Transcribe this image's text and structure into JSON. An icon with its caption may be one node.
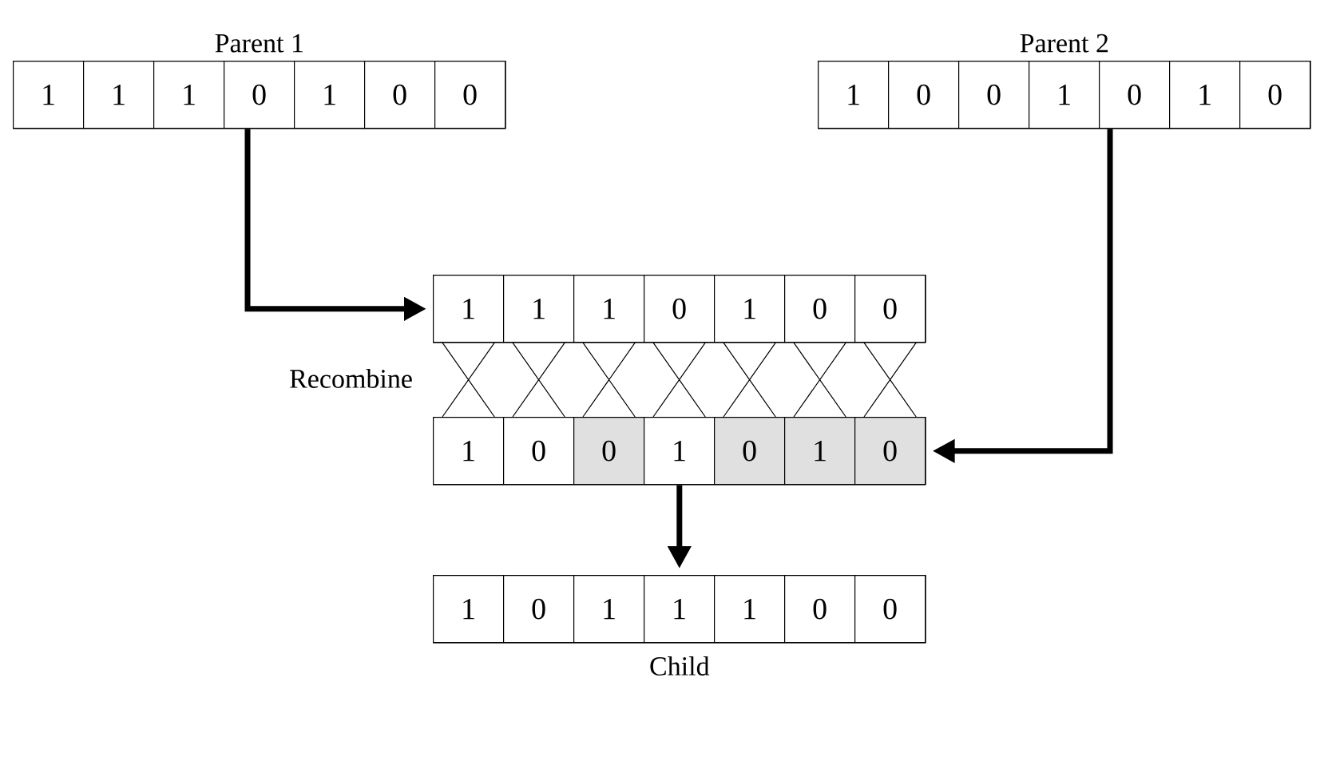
{
  "diagram": {
    "nodes": [
      {
        "text": [
          "Parent 1"
        ]
      },
      {
        "text": [
          "1"
        ],
        "in": 0
      },
      {
        "text": [
          "1"
        ],
        "in": 0
      },
      {
        "text": [
          "1"
        ],
        "in": 0
      },
      {
        "text": [
          "0"
        ],
        "in": 0
      },
      {
        "text": [
          "1"
        ],
        "in": 0
      },
      {
        "text": [
          "0"
        ],
        "in": 0
      },
      {
        "text": [
          "0"
        ],
        "in": 0
      },
      {
        "text": [
          "Parent 2"
        ]
      },
      {
        "text": [
          "1"
        ],
        "in": 8
      },
      {
        "text": [
          "0"
        ],
        "in": 8
      },
      {
        "text": [
          "0"
        ],
        "in": 8
      },
      {
        "text": [
          "1"
        ],
        "in": 8
      },
      {
        "text": [
          "0"
        ],
        "in": 8
      },
      {
        "text": [
          "1"
        ],
        "in": 8
      },
      {
        "text": [
          "0"
        ],
        "in": 8
      },
      {
        "text": [],
        "shape": "box"
      },
      {
        "text": [
          "1"
        ],
        "in": 16
      },
      {
        "text": [
          "1"
        ],
        "in": 16
      },
      {
        "text": [
          "1"
        ],
        "in": 16
      },
      {
        "text": [
          "0"
        ],
        "in": 16
      },
      {
        "text": [
          "1"
        ],
        "in": 16
      },
      {
        "text": [
          "0"
        ],
        "in": 16
      },
      {
        "text": [
          "0"
        ],
        "in": 16
      },
      {
        "text": [],
        "shape": "box"
      },
      {
        "text": [
          "1"
        ],
        "in": 24
      },
      {
        "text": [
          "0"
        ],
        "in": 24
      },
      {
        "text": [
          "0"
        ],
        "in": 24
      },
      {
        "text": [
          "1"
        ],
        "in": 24
      },
      {
        "text": [
          "0"
        ],
        "in": 24
      },
      {
        "text": [
          "1"
        ],
        "in": 24
      },
      {
        "text": [
          "0"
        ],
        "in": 24
      },
      {
        "text": [
          "Child"
        ]
      },
      {
        "text": [
          "1"
        ],
        "in": 32
      },
      {
        "text": [
          "0"
        ],
        "in": 32
      },
      {
        "text": [
          "1"
        ],
        "in": 32
      },
      {
        "text": [
          "1"
        ],
        "in": 32
      },
      {
        "text": [
          "1"
        ],
        "in": 32
      },
      {
        "text": [
          "0"
        ],
        "in": 32
      },
      {
        "text": [
          "0"
        ],
        "in": 32
      }
    ],
    "edges": [
      {
        "from": 0,
        "to": 16,
        "arrow": "to",
        "style": "thick"
      },
      {
        "from": 8,
        "to": 24,
        "arrow": "to",
        "style": "thick"
      },
      {
        "from": 24,
        "to": 32,
        "arrow": "to",
        "style": "thick"
      },
      {
        "from": 17,
        "to": 25,
        "arrow": "none"
      },
      {
        "from": 18,
        "to": 26,
        "arrow": "none"
      },
      {
        "from": 19,
        "to": 27,
        "arrow": "none"
      },
      {
        "from": 20,
        "to": 28,
        "arrow": "none"
      },
      {
        "from": 21,
        "to": 29,
        "arrow": "none"
      },
      {
        "from": 22,
        "to": 30,
        "arrow": "none"
      },
      {
        "from": 23,
        "to": 31,
        "arrow": "none"
      }
    ],
    "labels": [
      "Recombine"
    ]
  }
}
